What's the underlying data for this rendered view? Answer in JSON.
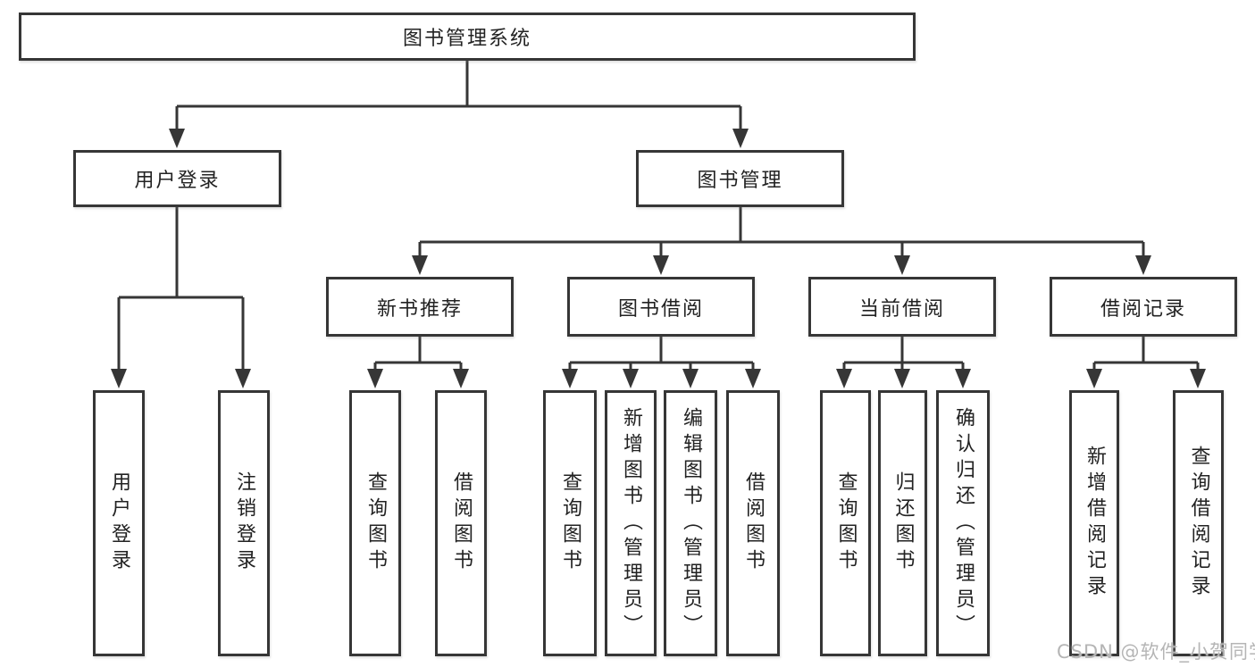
{
  "diagram": {
    "root": {
      "label": "图书管理系统"
    },
    "branches": [
      {
        "label": "用户登录",
        "children": [
          {
            "label": "用户登录"
          },
          {
            "label": "注销登录"
          }
        ]
      },
      {
        "label": "图书管理",
        "children": [
          {
            "label": "新书推荐",
            "children": [
              {
                "label": "查询图书"
              },
              {
                "label": "借阅图书"
              }
            ]
          },
          {
            "label": "图书借阅",
            "children": [
              {
                "label": "查询图书"
              },
              {
                "label": "新增图书（管理员）"
              },
              {
                "label": "编辑图书（管理员）"
              },
              {
                "label": "借阅图书"
              }
            ]
          },
          {
            "label": "当前借阅",
            "children": [
              {
                "label": "查询图书"
              },
              {
                "label": "归还图书"
              },
              {
                "label": "确认归还（管理员）"
              }
            ]
          },
          {
            "label": "借阅记录",
            "children": [
              {
                "label": "新增借阅记录"
              },
              {
                "label": "查询借阅记录"
              }
            ]
          }
        ]
      }
    ]
  },
  "watermark": {
    "text": "CSDN @软件_小贺同学"
  },
  "colors": {
    "line": "#363636",
    "text": "#222222",
    "background": "#ffffff",
    "watermark": "#b5b5b5"
  }
}
